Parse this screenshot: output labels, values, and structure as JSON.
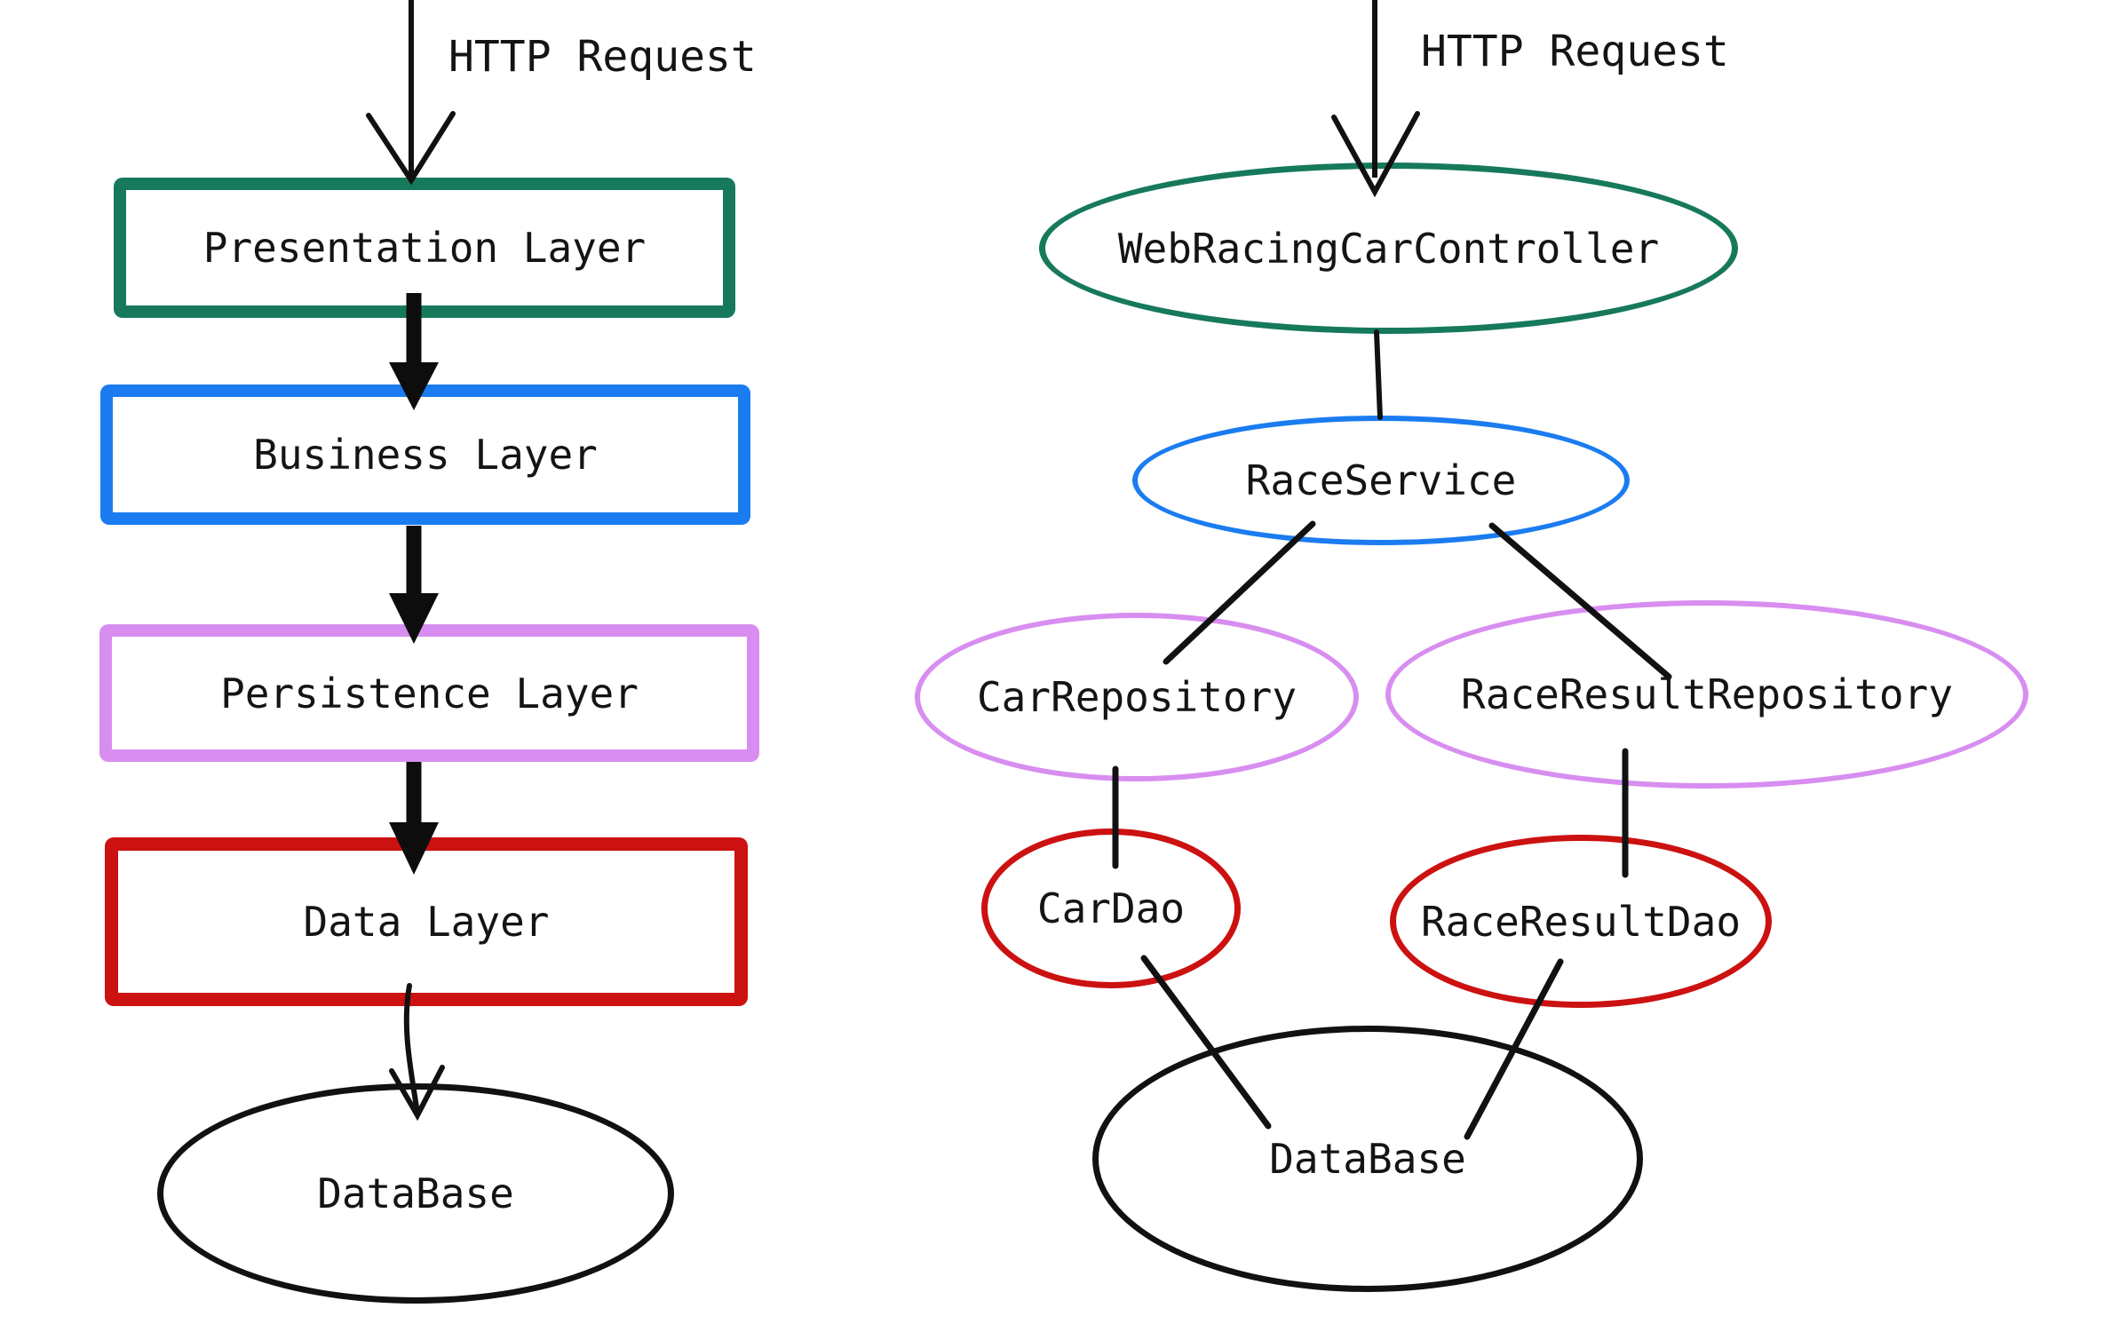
{
  "colors": {
    "green": "#17795c",
    "blue": "#1b7cf0",
    "violet": "#d88ef0",
    "red": "#cc1111",
    "black": "#111111"
  },
  "left_diagram": {
    "http_label": "HTTP Request",
    "layers": [
      {
        "label": "Presentation Layer",
        "color": "#17795c"
      },
      {
        "label": "Business Layer",
        "color": "#1b7cf0"
      },
      {
        "label": "Persistence Layer",
        "color": "#d88ef0"
      },
      {
        "label": "Data Layer",
        "color": "#cc1111"
      }
    ],
    "database": {
      "label": "DataBase",
      "color": "#111111"
    }
  },
  "right_diagram": {
    "http_label": "HTTP Request",
    "nodes": [
      {
        "label": "WebRacingCarController",
        "color": "#17795c"
      },
      {
        "label": "RaceService",
        "color": "#1b7cf0"
      },
      {
        "label": "CarRepository",
        "color": "#d88ef0"
      },
      {
        "label": "RaceResultRepository",
        "color": "#d88ef0"
      },
      {
        "label": "CarDao",
        "color": "#cc1111"
      },
      {
        "label": "RaceResultDao",
        "color": "#cc1111"
      },
      {
        "label": "DataBase",
        "color": "#111111"
      }
    ]
  }
}
